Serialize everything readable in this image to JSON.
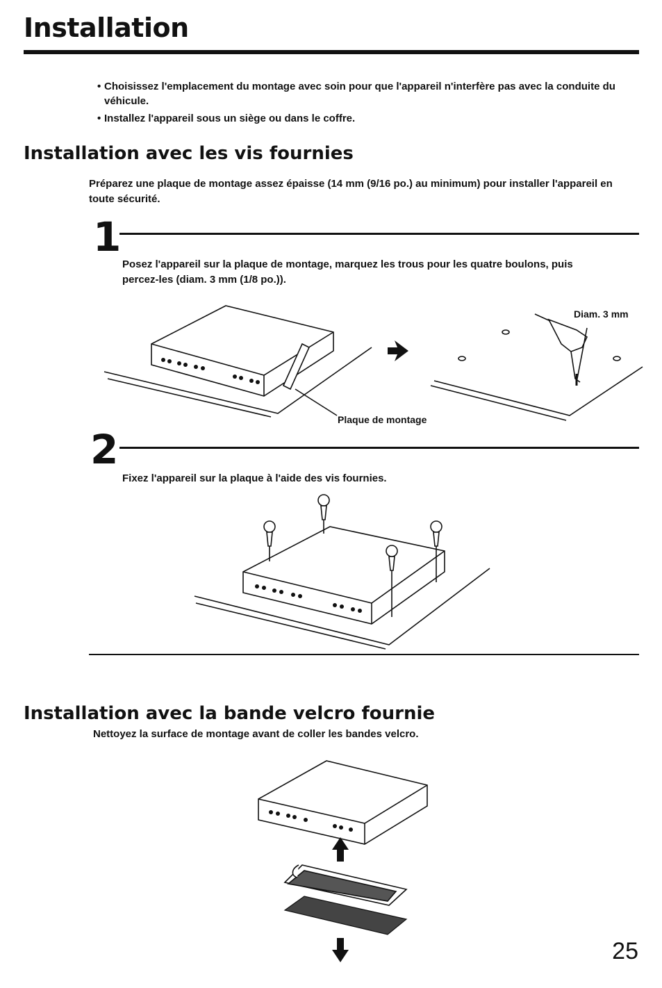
{
  "page": {
    "title": "Installation",
    "number": "25"
  },
  "intro": {
    "bullets": [
      "Choisissez l'emplacement du montage avec soin pour que l'appareil n'interfère pas avec la conduite du véhicule.",
      "Installez l'appareil sous un siège ou dans le coffre."
    ]
  },
  "screws_section": {
    "heading": "Installation avec les vis fournies",
    "intro": "Préparez une plaque de montage assez épaisse (14 mm (9/16 po.) au minimum) pour installer l'appareil en toute sécurité.",
    "steps": [
      {
        "number": "1",
        "text": "Posez l'appareil sur la plaque de montage, marquez les trous pour les quatre boulons, puis percez-les (diam. 3 mm (1/8 po.)).",
        "callouts": {
          "diameter": "Diam. 3 mm",
          "plate": "Plaque de montage"
        }
      },
      {
        "number": "2",
        "text": "Fixez l'appareil sur la plaque à l'aide des vis fournies."
      }
    ]
  },
  "velcro_section": {
    "heading": "Installation avec la bande velcro fournie",
    "intro": "Nettoyez la surface de montage avant de coller les bandes velcro."
  }
}
